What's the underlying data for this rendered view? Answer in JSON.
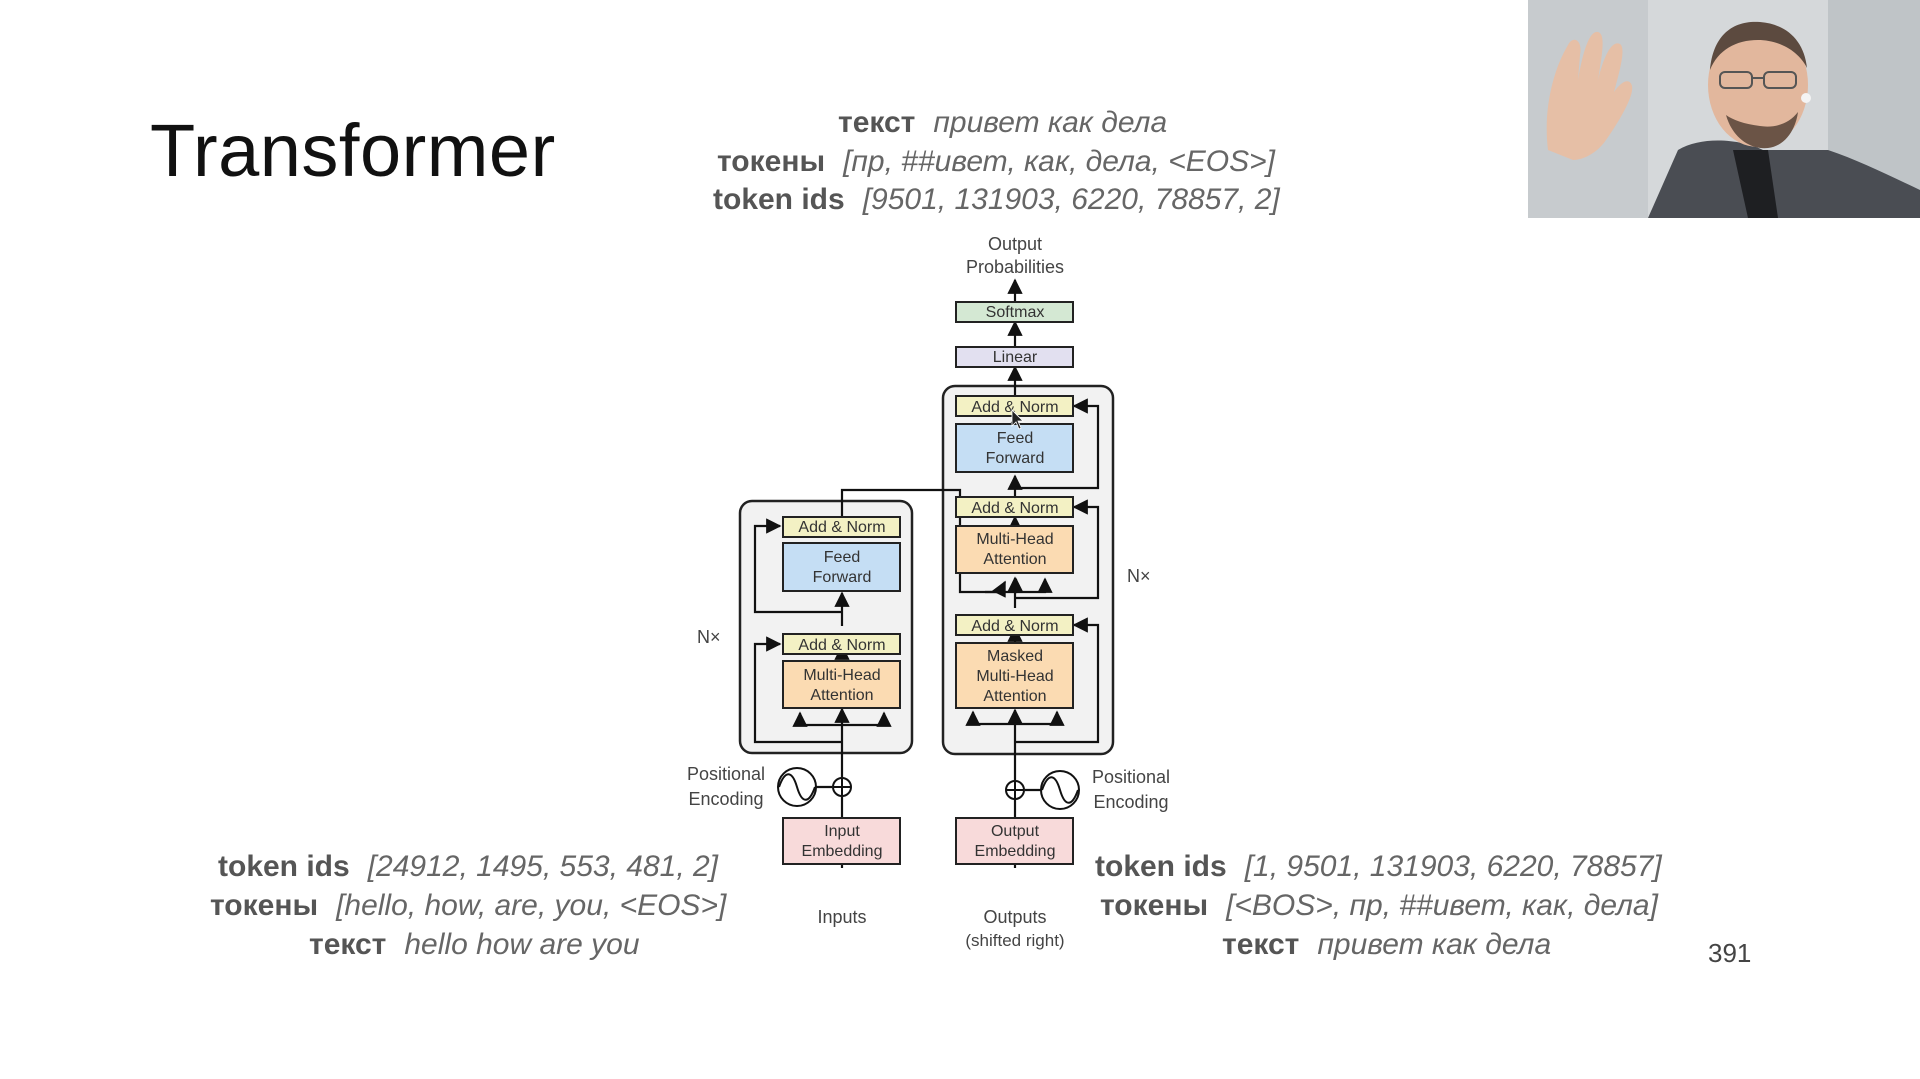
{
  "slide": {
    "title": "Transformer",
    "page_number": "391"
  },
  "top_tokens": {
    "text_key": "текст",
    "text_val": "привет как дела",
    "tokens_key": "токены",
    "tokens_val": "[пр, ##ивет, как, дела, <EOS>]",
    "ids_key": "token ids",
    "ids_val": "[9501, 131903, 6220, 78857, 2]"
  },
  "encoder_tokens": {
    "ids_key": "token ids",
    "ids_val": "[24912, 1495, 553, 481, 2]",
    "tokens_key": "токены",
    "tokens_val": "[hello, how, are, you, <EOS>]",
    "text_key": "текст",
    "text_val": "hello how are you"
  },
  "decoder_tokens": {
    "ids_key": "token ids",
    "ids_val": "[1, 9501, 131903, 6220, 78857]",
    "tokens_key": "токены",
    "tokens_val": "[<BOS>, пр, ##ивет, как, дела]",
    "text_key": "текст",
    "text_val": "привет как дела"
  },
  "diagram": {
    "output_probabilities": [
      "Output",
      "Probabilities"
    ],
    "softmax": "Softmax",
    "linear": "Linear",
    "add_norm": "Add & Norm",
    "feed_forward": [
      "Feed",
      "Forward"
    ],
    "multi_head_attention": [
      "Multi-Head",
      "Attention"
    ],
    "masked_multi_head_attention": [
      "Masked",
      "Multi-Head",
      "Attention"
    ],
    "nx": "N×",
    "positional_encoding": [
      "Positional",
      "Encoding"
    ],
    "input_embedding": [
      "Input",
      "Embedding"
    ],
    "output_embedding": [
      "Output",
      "Embedding"
    ],
    "inputs": "Inputs",
    "outputs": [
      "Outputs",
      "(shifted right)"
    ],
    "colors": {
      "add_norm": "#f3f1c4",
      "feed_forward": "#c5def4",
      "attention": "#fbdbb2",
      "embedding": "#f8dada",
      "linear": "#e2e0f0",
      "softmax": "#d4e8d3"
    }
  }
}
